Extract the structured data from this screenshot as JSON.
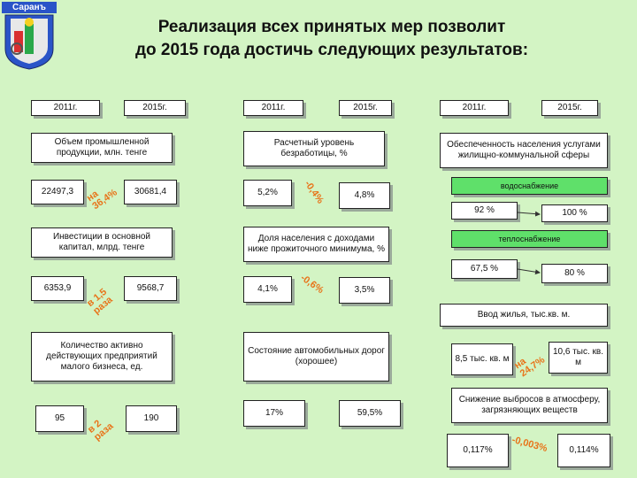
{
  "logo": {
    "label": "Саранъ"
  },
  "title": {
    "line1": "Реализация всех принятых мер позволит",
    "line2": "до 2015 года достичь следующих результатов:"
  },
  "years": {
    "y2011": "2011г.",
    "y2015": "2015г."
  },
  "col1": {
    "industrial": {
      "label": "Объем промышленной продукции, млн. тенге",
      "v2011": "22497,3",
      "v2015": "30681,4",
      "change": "на 36,4%"
    },
    "investment": {
      "label": "Инвестиции в основной капитал, млрд. тенге",
      "v2011": "6353,9",
      "v2015": "9568,7",
      "change": "в 1,5 раза"
    },
    "smallbiz": {
      "label": "Количество активно действующих предприятий малого бизнеса, ед.",
      "v2011": "95",
      "v2015": "190",
      "change": "в 2 раза"
    }
  },
  "col2": {
    "unemployment": {
      "label": "Расчетный уровень безработицы, %",
      "v2011": "5,2%",
      "v2015": "4,8%",
      "change": "-0,4%"
    },
    "poverty": {
      "label": "Доля населения с доходами ниже прожиточного минимума, %",
      "v2011": "4,1%",
      "v2015": "3,5%",
      "change": "-0,6%"
    },
    "roads": {
      "label": "Состояние автомобильных дорог (хорошее)",
      "v2011": "17%",
      "v2015": "59,5%"
    }
  },
  "col3": {
    "utilities": {
      "label": "Обеспеченность населения услугами жилищно-коммунальной сферы"
    },
    "water": {
      "label": "водоснабжение",
      "v2011": "92 %",
      "v2015": "100 %"
    },
    "heat": {
      "label": "теплоснабжение",
      "v2011": "67,5 %",
      "v2015": "80 %"
    },
    "housing": {
      "label": "Ввод жилья, тыс.кв. м.",
      "v2011": "8,5 тыс. кв. м",
      "v2015": "10,6 тыс. кв. м",
      "change": "на 24,7%"
    },
    "emissions": {
      "label": "Снижение выбросов в атмосферу, загрязняющих веществ",
      "v2011": "0,117%",
      "v2015": "0,114%",
      "change": "-0,003%"
    }
  },
  "colors": {
    "background": "#d3f4c4",
    "accent_green": "#5fe06a",
    "change_orange": "#e8741a"
  }
}
